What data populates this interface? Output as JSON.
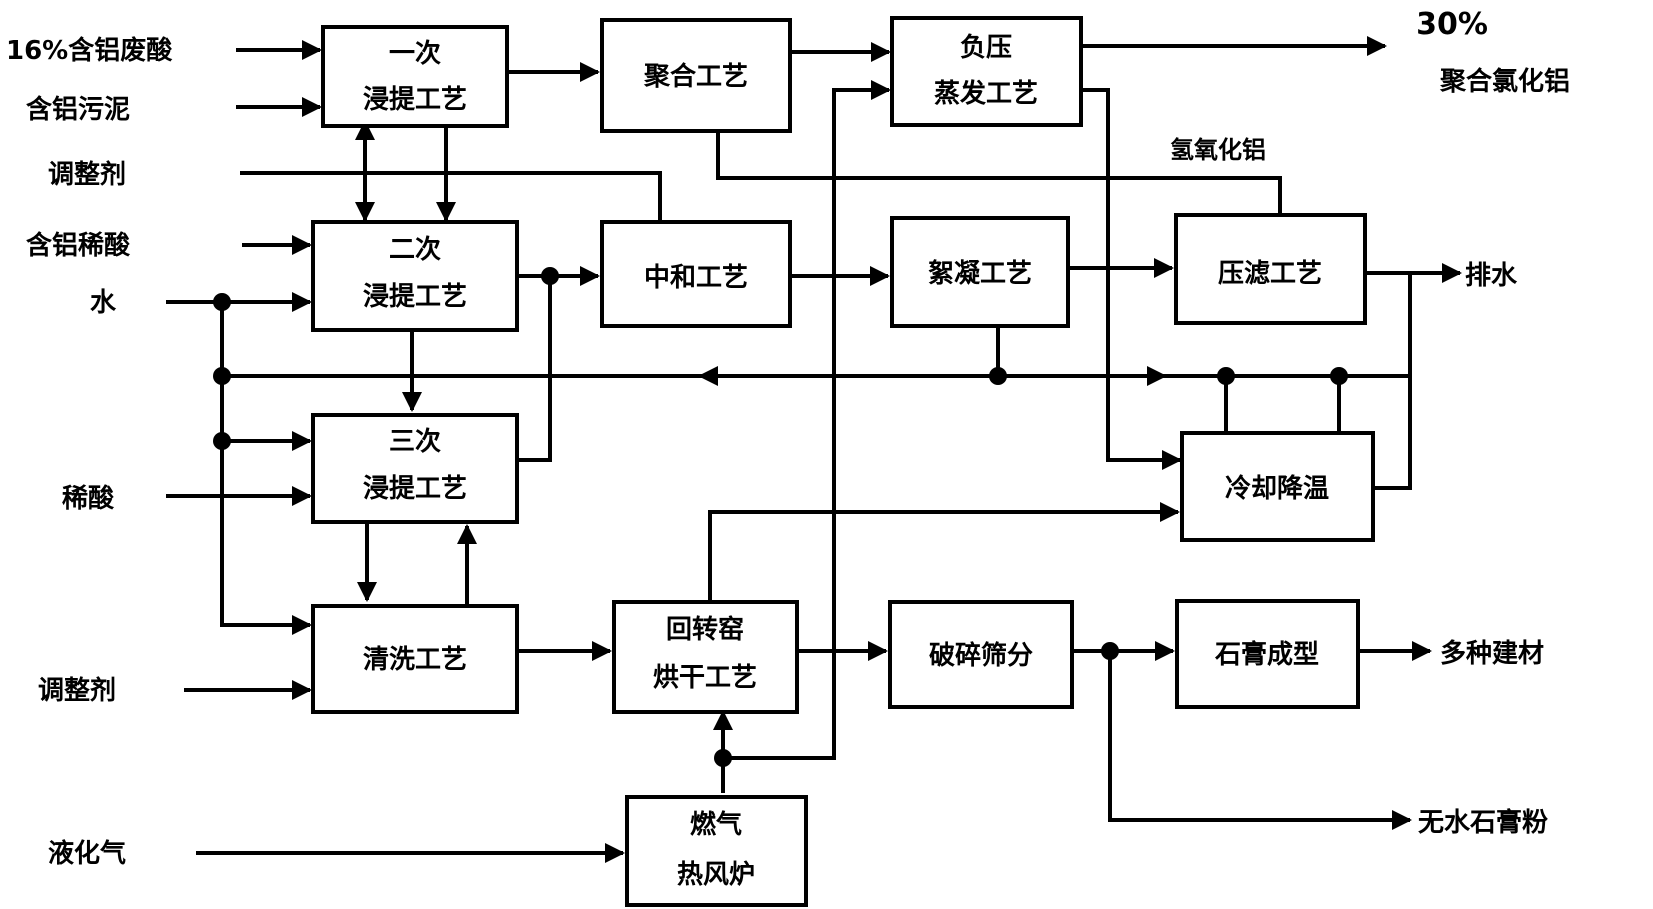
{
  "inputs": {
    "acid_16": "16%含铝废酸",
    "al_sludge": "含铝污泥",
    "adjuster_1": "调整剂",
    "al_dilute_acid": "含铝稀酸",
    "water": "水",
    "dilute_acid": "稀酸",
    "adjuster_2": "调整剂",
    "lpg": "液化气"
  },
  "processes": {
    "leach1": [
      "一次",
      "浸提工艺"
    ],
    "leach2": [
      "二次",
      "浸提工艺"
    ],
    "leach3": [
      "三次",
      "浸提工艺"
    ],
    "wash": [
      "清洗工艺"
    ],
    "polymer": [
      "聚合工艺"
    ],
    "evap": [
      "负压",
      "蒸发工艺"
    ],
    "neutral": [
      "中和工艺"
    ],
    "settle": [
      "絮凝工艺"
    ],
    "filter": [
      "压滤工艺"
    ],
    "cool": [
      "冷却降温"
    ],
    "kiln": [
      "回转窑",
      "烘干工艺"
    ],
    "crush": [
      "破碎筛分"
    ],
    "gypsum_form": [
      "石膏成型"
    ],
    "furnace": [
      "燃气",
      "热风炉"
    ]
  },
  "outputs": {
    "pac_pct": "30%",
    "pac_name": "聚合氯化铝",
    "al_hydroxide": "氢氧化铝",
    "discharge": "排水",
    "building_materials": "多种建材",
    "anhydrous_gypsum": "无水石膏粉"
  }
}
